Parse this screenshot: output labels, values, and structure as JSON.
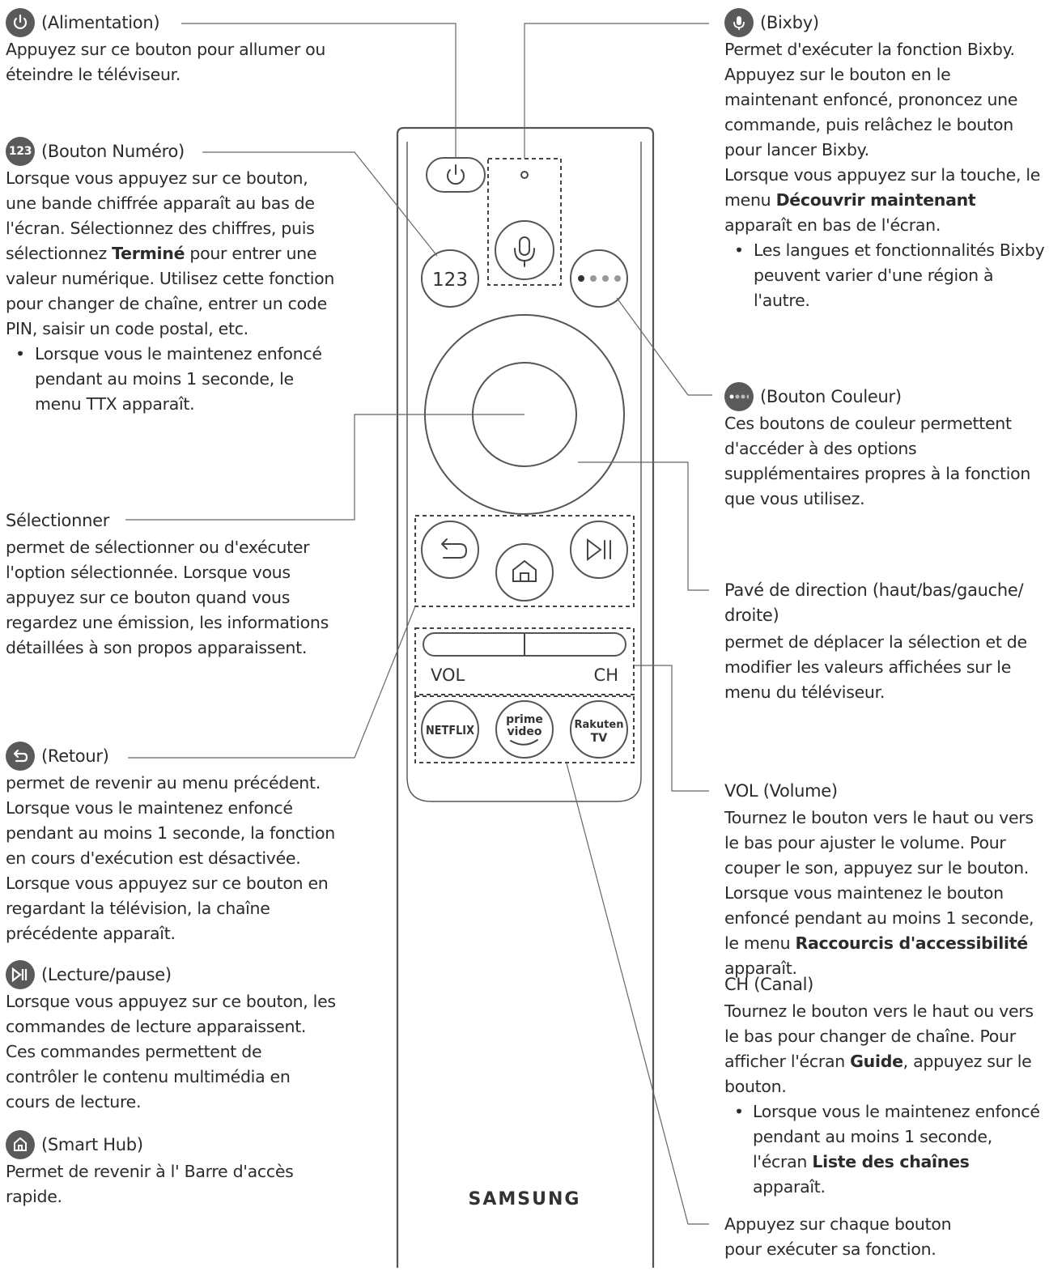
{
  "callouts": {
    "power": {
      "title": "(Alimentation)",
      "text": "Appuyez sur ce bouton pour allumer ou éteindre le téléviseur.",
      "icon": "power-icon"
    },
    "number": {
      "title": "(Bouton Numéro)",
      "icon_text": "123",
      "text_a": "Lorsque vous appuyez sur ce bouton, une bande chiffrée apparaît au bas de l'écran. Sélectionnez des chiffres, puis sélectionnez ",
      "text_bold": "Terminé",
      "text_b": " pour entrer une valeur numérique. Utilisez cette fonction pour changer de chaîne, entrer un code PIN, saisir un code postal, etc.",
      "bullet": "Lorsque vous le maintenez enfoncé pendant au moins 1 seconde, le menu TTX apparaît."
    },
    "select": {
      "title": "Sélectionner",
      "text": "permet de sélectionner ou d'exécuter l'option sélectionnée. Lorsque vous appuyez sur ce bouton quand vous regardez une émission, les informations détaillées à son propos apparaissent."
    },
    "back": {
      "title": "(Retour)",
      "icon": "back-icon",
      "text": "permet de revenir au menu précédent. Lorsque vous le maintenez enfoncé pendant au moins 1 seconde, la fonction en cours d'exécution est désactivée. Lorsque vous appuyez sur ce bouton en regardant la télévision, la chaîne précédente apparaît."
    },
    "playpause": {
      "title": "(Lecture/pause)",
      "icon": "play-pause-icon",
      "text": "Lorsque vous appuyez sur ce bouton, les commandes de lecture apparaissent. Ces commandes permettent de contrôler le contenu multimédia en cours de lecture."
    },
    "smarthub": {
      "title": "(Smart Hub)",
      "icon": "home-icon",
      "text": "Permet de revenir à l' Barre d'accès rapide."
    },
    "bixby": {
      "title": "(Bixby)",
      "icon": "microphone-icon",
      "text1": "Permet d'exécuter la fonction Bixby. Appuyez sur le bouton en le maintenant enfoncé, prononcez une commande, puis relâchez le bouton pour lancer Bixby.",
      "text2_a": "Lorsque vous appuyez sur la touche, le menu ",
      "text2_bold": "Découvrir maintenant",
      "text2_b": " apparaît en bas de l'écran.",
      "bullet": "Les langues et fonctionnalités Bixby peuvent varier d'une région à l'autre."
    },
    "color": {
      "title": "(Bouton Couleur)",
      "icon": "color-dots-icon",
      "text": "Ces boutons de couleur permettent d'accéder à des options supplémentaires propres à la fonction que vous utilisez."
    },
    "direction": {
      "title": "Pavé de direction (haut/bas/gauche/ droite)",
      "text": "permet de déplacer la sélection et de modifier les valeurs affichées sur le menu du téléviseur."
    },
    "volume": {
      "title": "VOL (Volume)",
      "text_a": "Tournez le bouton vers le haut ou vers le bas pour ajuster le volume. Pour couper le son, appuyez sur le bouton. Lorsque vous maintenez le bouton enfoncé pendant au moins 1 seconde, le menu ",
      "text_bold": "Raccourcis d'accessibilité",
      "text_b": " apparaît."
    },
    "channel": {
      "title": "CH (Canal)",
      "text_a": "Tournez le bouton vers le haut ou vers le bas pour changer de chaîne. Pour afficher l'écran ",
      "text_bold": "Guide",
      "text_b": ", appuyez sur le bouton.",
      "bullet_a": "Lorsque vous le maintenez enfoncé pendant au moins 1 seconde, l'écran ",
      "bullet_bold": "Liste des chaînes",
      "bullet_b": " apparaît."
    },
    "apps": {
      "text": "Appuyez sur chaque bouton pour exécuter sa fonction."
    }
  },
  "remote": {
    "number_label": "123",
    "vol_label": "VOL",
    "ch_label": "CH",
    "netflix_label": "NETFLIX",
    "prime_line1": "prime",
    "prime_line2": "video",
    "rakuten_line1": "Rakuten",
    "rakuten_line2": "TV",
    "brand": "SAMSUNG"
  },
  "colors": {
    "line": "#555555",
    "icon_bg": "#5a5a5a",
    "text": "#2b2b2b"
  }
}
